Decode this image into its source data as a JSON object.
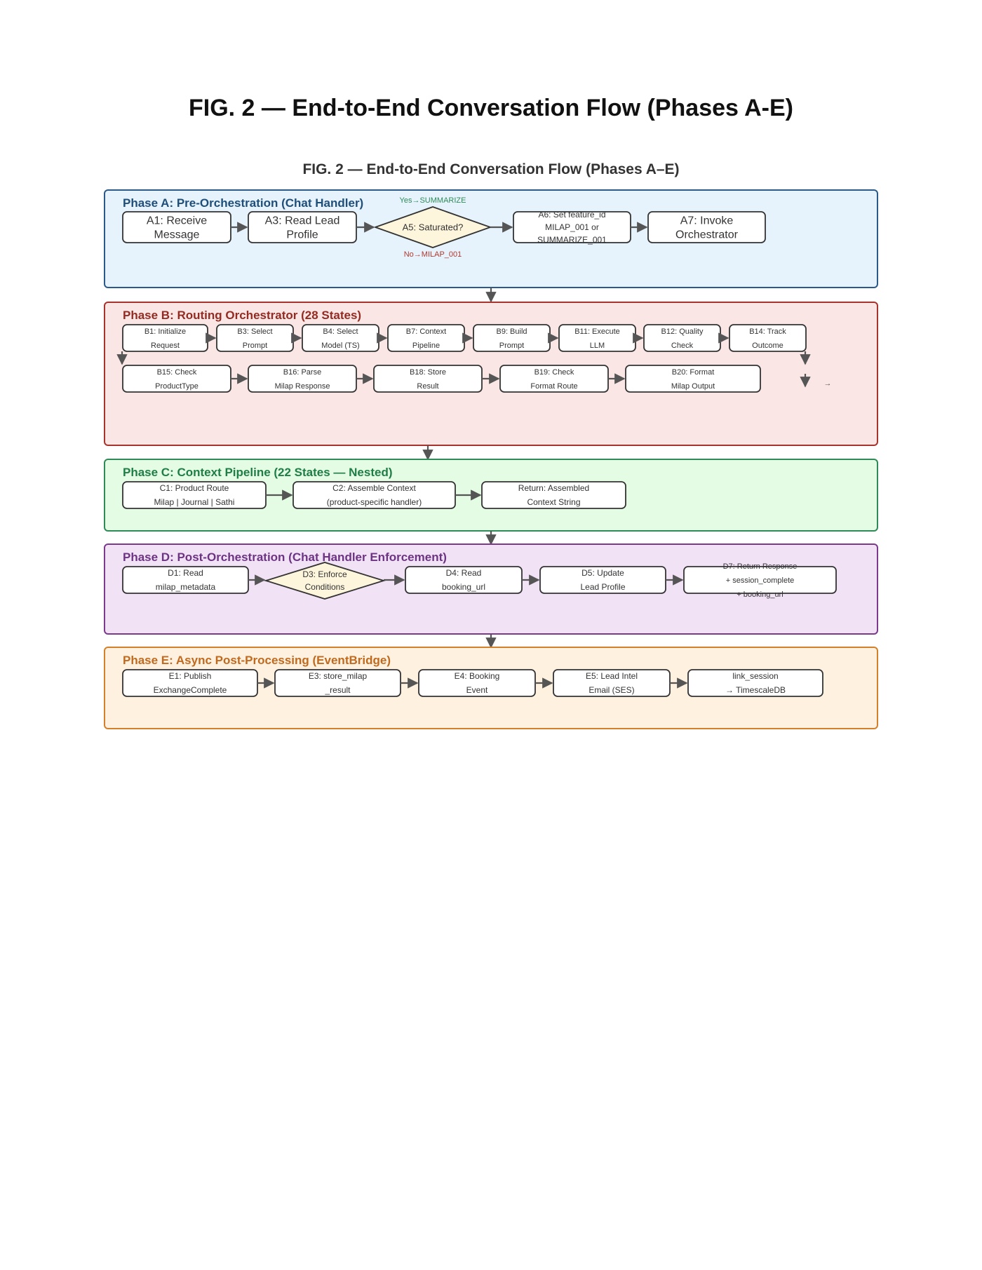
{
  "page_title": "FIG. 2 — End-to-End Conversation Flow (Phases A-E)",
  "figure_title": "FIG. 2 — End-to-End Conversation Flow (Phases A–E)",
  "colors": {
    "phase_a_border": "#2b5a8a",
    "phase_a_fill": "#e6f2fc",
    "phase_a_title": "#1f4e79",
    "phase_b_border": "#a8322c",
    "phase_b_fill": "#fbe6e6",
    "phase_b_title": "#922b21",
    "phase_c_border": "#2e8b57",
    "phase_c_fill": "#e4fbe4",
    "phase_c_title": "#1e7e46",
    "phase_d_border": "#7b3a8c",
    "phase_d_fill": "#f1e2f5",
    "phase_d_title": "#6c3483",
    "phase_e_border": "#d4802a",
    "phase_e_fill": "#fef1e0",
    "phase_e_title": "#c06a1f",
    "decision_fill": "#fdf5dc",
    "arrow": "#555555",
    "yes_label": "#2e8b57",
    "no_label": "#b03a2e"
  },
  "phases": [
    {
      "id": "A",
      "title": "Phase A: Pre-Orchestration (Chat Handler)",
      "nodes": [
        {
          "id": "A1",
          "lines": [
            "A1: Receive",
            "Message"
          ]
        },
        {
          "id": "A3",
          "lines": [
            "A3: Read Lead",
            "Profile"
          ]
        },
        {
          "id": "A5",
          "lines": [
            "A5: Saturated?"
          ],
          "shape": "decision"
        },
        {
          "id": "A6",
          "lines": [
            "A6: Set feature_id",
            "MILAP_001 or",
            "SUMMARIZE_001"
          ]
        },
        {
          "id": "A7",
          "lines": [
            "A7: Invoke",
            "Orchestrator"
          ]
        }
      ],
      "branch_labels": {
        "yes": "Yes→SUMMARIZE",
        "no": "No→MILAP_001"
      }
    },
    {
      "id": "B",
      "title": "Phase B: Routing Orchestrator (28 States)",
      "nodes": [
        {
          "id": "B1",
          "lines": [
            "B1: Initialize",
            "Request"
          ]
        },
        {
          "id": "B3",
          "lines": [
            "B3: Select",
            "Prompt"
          ]
        },
        {
          "id": "B4",
          "lines": [
            "B4: Select",
            "Model (TS)"
          ]
        },
        {
          "id": "B7",
          "lines": [
            "B7: Context",
            "Pipeline"
          ]
        },
        {
          "id": "B9",
          "lines": [
            "B9: Build",
            "Prompt"
          ]
        },
        {
          "id": "B11",
          "lines": [
            "B11: Execute",
            "LLM"
          ]
        },
        {
          "id": "B12",
          "lines": [
            "B12: Quality",
            "Check"
          ]
        },
        {
          "id": "B14",
          "lines": [
            "B14: Track",
            "Outcome"
          ]
        },
        {
          "id": "B15",
          "lines": [
            "B15: Check",
            "ProductType"
          ]
        },
        {
          "id": "B16",
          "lines": [
            "B16: Parse",
            "Milap Response"
          ]
        },
        {
          "id": "B18",
          "lines": [
            "B18: Store",
            "Result"
          ]
        },
        {
          "id": "B19",
          "lines": [
            "B19: Check",
            "Format Route"
          ]
        },
        {
          "id": "B20",
          "lines": [
            "B20: Format",
            "Milap Output"
          ]
        }
      ],
      "side_arrow_label": "→"
    },
    {
      "id": "C",
      "title": "Phase C: Context Pipeline (22 States — Nested)",
      "nodes": [
        {
          "id": "C1",
          "lines": [
            "C1: Product Route",
            "Milap | Journal | Sathi"
          ]
        },
        {
          "id": "C2",
          "lines": [
            "C2: Assemble Context",
            "(product-specific handler)"
          ]
        },
        {
          "id": "CR",
          "lines": [
            "Return: Assembled",
            "Context String"
          ]
        }
      ]
    },
    {
      "id": "D",
      "title": "Phase D: Post-Orchestration (Chat Handler Enforcement)",
      "nodes": [
        {
          "id": "D1",
          "lines": [
            "D1: Read",
            "milap_metadata"
          ]
        },
        {
          "id": "D3",
          "lines": [
            "D3: Enforce",
            "Conditions"
          ],
          "shape": "decision"
        },
        {
          "id": "D4",
          "lines": [
            "D4: Read",
            "booking_url"
          ]
        },
        {
          "id": "D5",
          "lines": [
            "D5: Update",
            "Lead Profile"
          ]
        },
        {
          "id": "D7",
          "lines": [
            "D7: Return Response",
            "+ session_complete",
            "+ booking_url"
          ]
        }
      ]
    },
    {
      "id": "E",
      "title": "Phase E: Async Post-Processing (EventBridge)",
      "nodes": [
        {
          "id": "E1",
          "lines": [
            "E1: Publish",
            "ExchangeComplete"
          ]
        },
        {
          "id": "E3",
          "lines": [
            "E3: store_milap",
            "_result"
          ]
        },
        {
          "id": "E4",
          "lines": [
            "E4: Booking",
            "Event"
          ]
        },
        {
          "id": "E5",
          "lines": [
            "E5: Lead Intel",
            "Email (SES)"
          ]
        },
        {
          "id": "E6",
          "lines": [
            "link_session",
            "→ TimescaleDB"
          ]
        }
      ]
    }
  ]
}
